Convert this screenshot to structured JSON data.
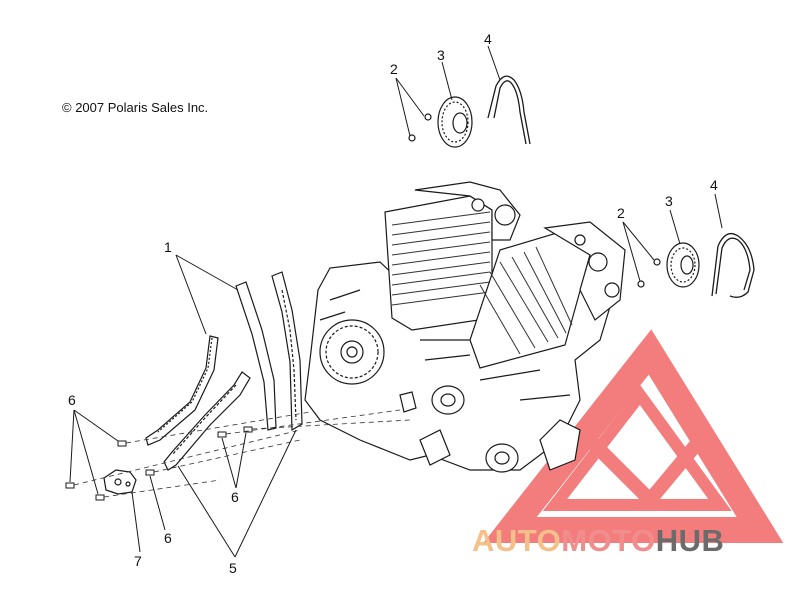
{
  "copyright": "© 2007 Polaris Sales Inc.",
  "callouts": {
    "chain_guide": "1",
    "bolts_cam_front": "2",
    "sprocket_front": "3",
    "chain_front": "4",
    "bolts_cam_rear": "2",
    "sprocket_rear": "3",
    "chain_rear": "4",
    "bolts_left": "6",
    "bolts_mid": "6",
    "bolts_bottom": "6",
    "tensioner_blade": "5",
    "bracket": "7"
  },
  "watermark": {
    "part1": "AUTO",
    "part2": "MOTO",
    "part3": "HUB",
    "colors": {
      "auto": "#f4c08a",
      "moto": "#f28d8d",
      "hub": "#6b6b6b",
      "logo": "#ef4b4b"
    }
  }
}
